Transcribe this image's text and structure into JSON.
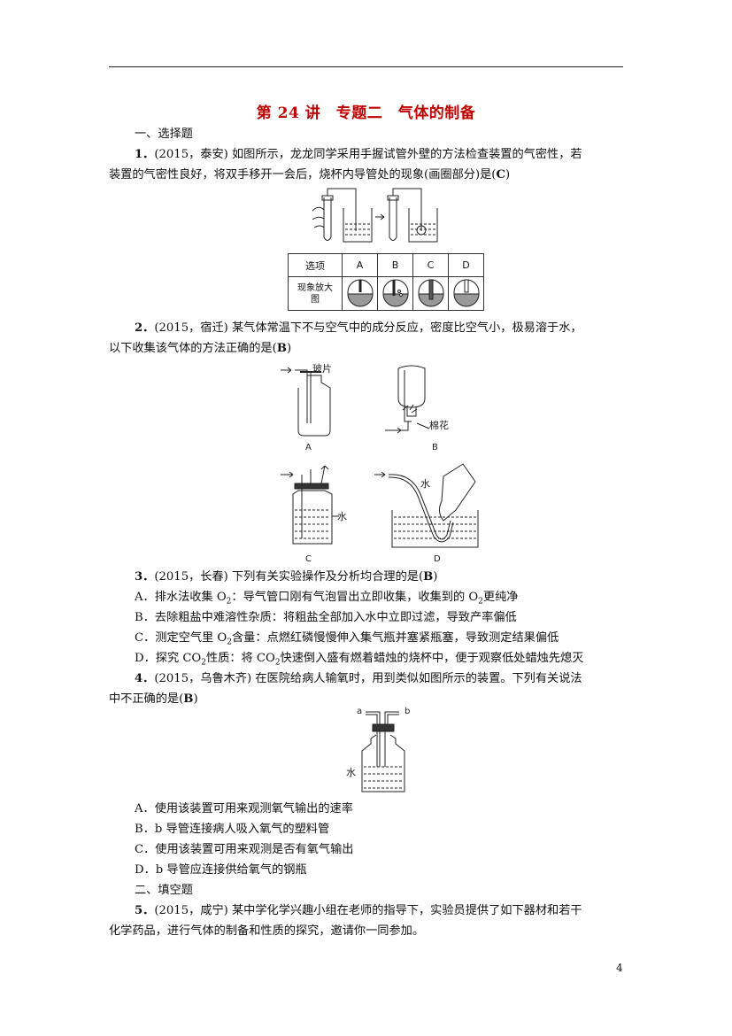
{
  "header": {
    "title": "第 24 讲　专题二　气体的制备"
  },
  "section1": "一、选择题",
  "q1": {
    "num": "1．",
    "line1": "(2015，泰安) 如图所示，龙龙同学采用手握试管外壁的方法检查装置的气密性，若",
    "line2a": "装置的气密性良好，将双手移开一会后，烧杯内导管处的现象(画圈部分)是(",
    "answer": "C",
    "line2b": ")",
    "table": {
      "row1_label": "选项",
      "row2_label": "现象放大图",
      "options": [
        "A",
        "B",
        "C",
        "D"
      ]
    }
  },
  "q2": {
    "num": "2．",
    "line1": "(2015，宿迁) 某气体常温下不与空气中的成分反应，密度比空气小，极易溶于水，",
    "line2a": "以下收集该气体的方法正确的是(",
    "answer": "B",
    "line2b": ")",
    "fig": {
      "glass_label": "玻片",
      "cotton_label": "棉花",
      "water_label": "水",
      "labels": [
        "A",
        "B",
        "C",
        "D"
      ]
    }
  },
  "q3": {
    "num": "3．",
    "line1a": "(2015，长春) 下列有关实验操作及分析均合理的是(",
    "answer": "B",
    "line1b": ")",
    "optA_1": "A．排水法收集 O",
    "optA_2": "：导气管口刚有气泡冒出立即收集，收集到的 O",
    "optA_3": "更纯净",
    "optB": "B．去除粗盐中难溶性杂质：将粗盐全部加入水中立即过滤，导致产率偏低",
    "optC_1": "C．测定空气里 O",
    "optC_2": "含量：点燃红磷慢慢伸入集气瓶并塞紧瓶塞，导致测定结果偏低",
    "optD_1": "D．探究 CO",
    "optD_2": "性质：将 CO",
    "optD_3": "快速倒入盛有燃着蜡烛的烧杯中，便于观察低处蜡烛先熄灭",
    "sub2": "2"
  },
  "q4": {
    "num": "4．",
    "line1": "(2015，乌鲁木齐) 在医院给病人输氧时，用到类似如图所示的装置。下列有关说法",
    "line2a": "中不正确的是(",
    "answer": "B",
    "line2b": ")",
    "fig": {
      "a": "a",
      "b": "b",
      "water": "水"
    },
    "optA": "A．使用该装置可用来观测氧气输出的速率",
    "optB": "B．b 导管连接病人吸入氧气的塑料管",
    "optC": "C．使用该装置可用来观测是否有氧气输出",
    "optD": "D．b 导管应连接供给氧气的钢瓶"
  },
  "section2": "二、填空题",
  "q5": {
    "num": "5．",
    "line1": "(2015，咸宁) 某中学化学兴趣小组在老师的指导下，实验员提供了如下器材和若干",
    "line2": "化学药品，进行气体的制备和性质的探究，邀请你一同参加。"
  },
  "page_number": "4"
}
